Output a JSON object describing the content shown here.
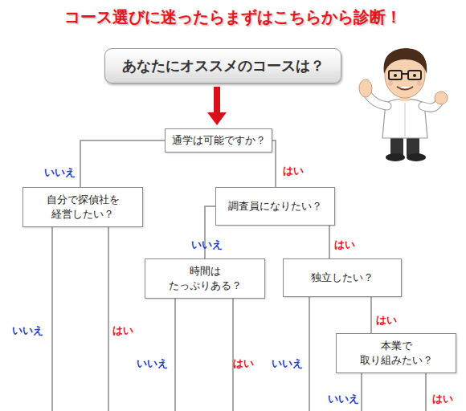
{
  "diagram": {
    "title": "コース選びに迷ったらまずはこちらから診断！",
    "nodes": [
      {
        "text": [
          "あなたにオススメのコースは？"
        ]
      },
      {
        "text": [
          "通学は可能ですか？"
        ]
      },
      {
        "text": [
          "自分で探偵社を 経営したい？"
        ]
      },
      {
        "text": [
          "調査員になりたい？"
        ]
      },
      {
        "text": [
          "時間は たっぷりある？"
        ]
      },
      {
        "text": [
          "独立したい？"
        ]
      },
      {
        "text": [
          "本業で 取り組みたい？"
        ]
      }
    ],
    "edges": [
      {
        "from": 0,
        "to": 1,
        "arrow": "to"
      },
      {
        "from": 1,
        "to": 2,
        "label": "いいえ",
        "arrow": "none"
      },
      {
        "from": 1,
        "to": 3,
        "label": "はい",
        "arrow": "none"
      },
      {
        "from": 3,
        "to": 4,
        "label": "いいえ",
        "arrow": "none"
      },
      {
        "from": 3,
        "to": 5,
        "label": "はい",
        "arrow": "none"
      },
      {
        "from": 5,
        "to": 6,
        "label": "はい",
        "arrow": "none"
      }
    ],
    "labels": [
      "いいえ",
      "はい",
      "いいえ",
      "はい",
      "いいえ",
      "いいえ",
      "はい"
    ]
  }
}
